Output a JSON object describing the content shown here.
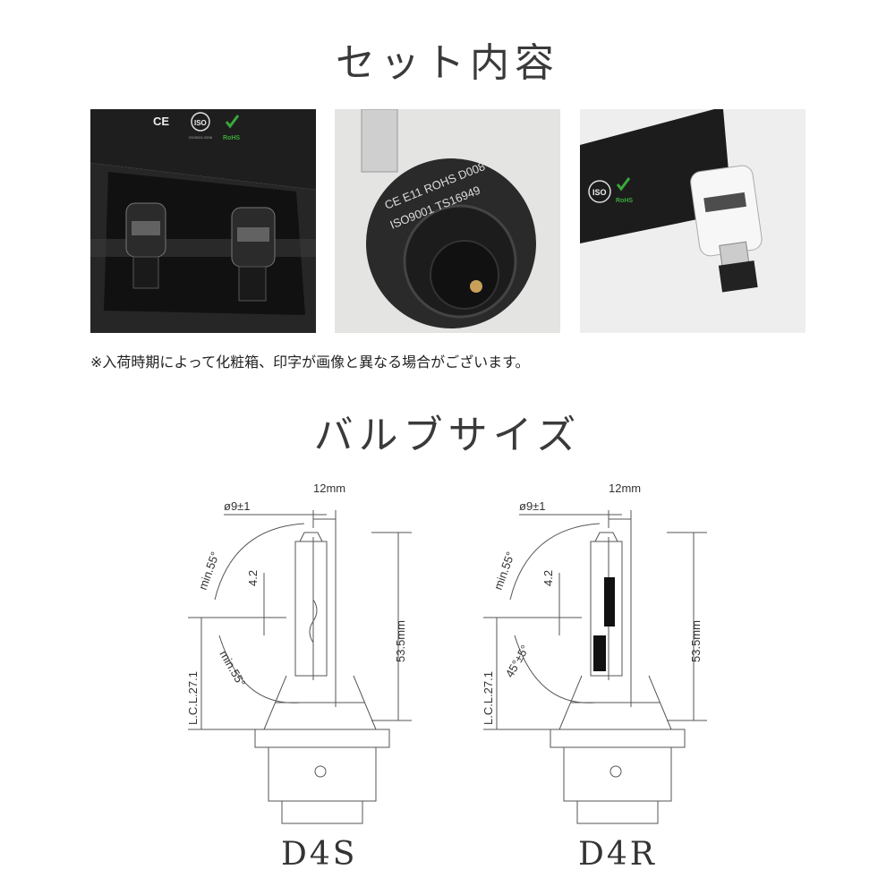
{
  "section_set": {
    "title": "セット内容"
  },
  "photos": [
    {
      "name": "package-box-photo",
      "box_marks": [
        "CE",
        "ISO",
        "RoHS"
      ],
      "iso_sub": "ISO9001:2008"
    },
    {
      "name": "bulb-base-closeup-photo",
      "base_text": [
        "CE E11 ROHS D008",
        "ISO9001  TS16949"
      ]
    },
    {
      "name": "bulb-and-box-photo",
      "box_marks": [
        "ISO",
        "RoHS"
      ]
    }
  ],
  "note": "※入荷時期によって化粧箱、印字が画像と異なる場合がございます。",
  "section_size": {
    "title": "バルブサイズ"
  },
  "diagrams": [
    {
      "bulb": "D4S",
      "dims": {
        "width": "12mm",
        "diameter": "ø9±1",
        "angle_top": "min.55°",
        "offset": "4.2",
        "lcl": "L.C.L.27.1",
        "angle_bottom": "min.55°",
        "height": "53.5mm"
      }
    },
    {
      "bulb": "D4R",
      "dims": {
        "width": "12mm",
        "diameter": "ø9±1",
        "angle_top": "min.55°",
        "offset": "4.2",
        "lcl": "L.C.L.27.1",
        "angle_bottom": "45°±5°",
        "height": "53.5mm"
      }
    }
  ],
  "colors": {
    "text": "#333333",
    "line": "#555555",
    "box_dark": "#1c1c1c",
    "accent_green": "#3aa83a"
  }
}
